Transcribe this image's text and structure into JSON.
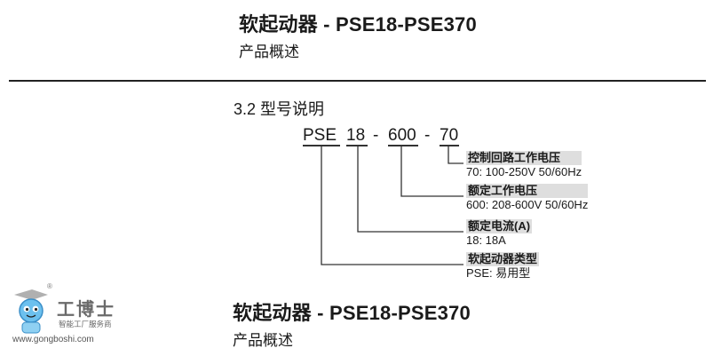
{
  "header": {
    "title": "软起动器 - PSE18-PSE370",
    "subtitle": "产品概述"
  },
  "section": {
    "heading": "3.2 型号说明"
  },
  "model_code": {
    "parts": [
      "PSE",
      "18",
      "600",
      "70"
    ],
    "separator": "-"
  },
  "labels": [
    {
      "title": "控制回路工作电压",
      "value": "70: 100-250V 50/60Hz"
    },
    {
      "title": "额定工作电压",
      "value": "600: 208-600V 50/60Hz"
    },
    {
      "title": "额定电流(A)",
      "value": "18: 18A"
    },
    {
      "title": "软起动器类型",
      "value": "PSE: 易用型"
    }
  ],
  "footer": {
    "title": "软起动器 - PSE18-PSE370",
    "subtitle": "产品概述"
  },
  "watermark": {
    "brand": "工博士",
    "tagline": "智能工厂服务商",
    "url": "www.gongboshi.com",
    "registered": "®"
  },
  "colors": {
    "text": "#1a1a1a",
    "label_highlight": "#dedede",
    "line": "#333333",
    "logo_blue": "#4aa3df"
  }
}
